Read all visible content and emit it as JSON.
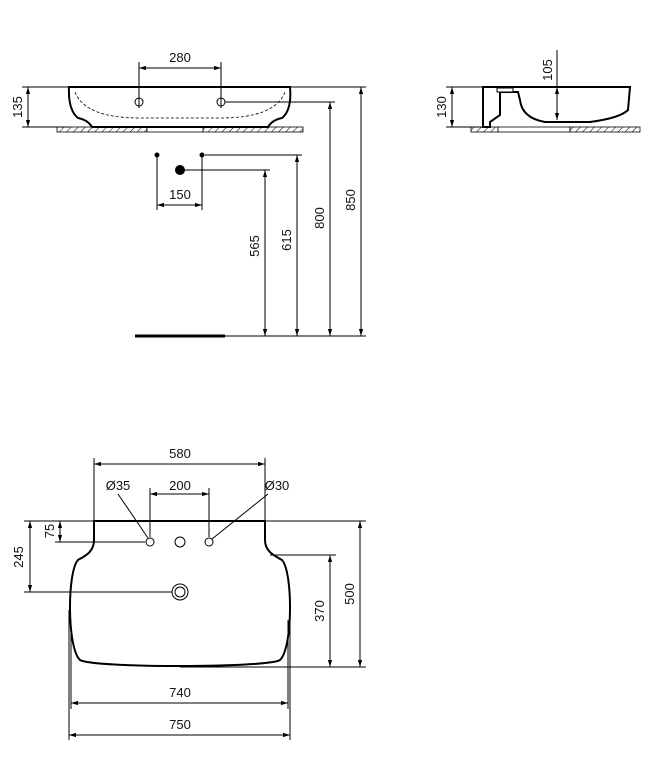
{
  "front_view": {
    "width_holes_spacing": "280",
    "height": "135",
    "supply_spacing": "150",
    "dim_565": "565",
    "dim_615": "615",
    "dim_800": "800",
    "dim_850": "850"
  },
  "side_view": {
    "height": "130",
    "bowl_depth": "105"
  },
  "top_view": {
    "back_width": "580",
    "hole_spacing": "200",
    "hole_dia_left": "Ø35",
    "hole_dia_right": "Ø30",
    "hole_offset": "75",
    "drain_offset": "245",
    "basin_width": "740",
    "overall_width": "750",
    "overall_depth": "500",
    "bowl_depth": "370"
  }
}
